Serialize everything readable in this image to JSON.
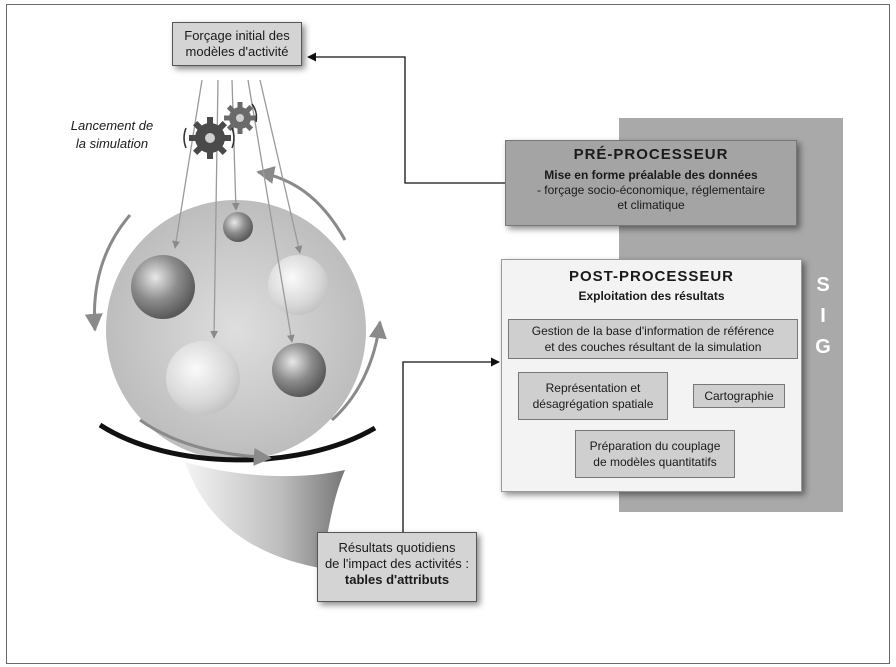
{
  "forcage_box": {
    "line1": "Forçage initial des",
    "line2": "modèles d'activité"
  },
  "launch_label": {
    "line1": "Lancement de",
    "line2": "la simulation"
  },
  "pre_processeur": {
    "title": "PRÉ-PROCESSEUR",
    "subtitle": "Mise en forme préalable des données",
    "line1": "- forçage socio-économique, réglementaire",
    "line2": "et climatique"
  },
  "post_processeur": {
    "title": "POST-PROCESSEUR",
    "subtitle": "Exploitation des résultats",
    "gestion": {
      "line1": "Gestion de la base d'information de référence",
      "line2": "et des couches résultant de la simulation"
    },
    "representation": {
      "line1": "Représentation et",
      "line2": "désagrégation spatiale"
    },
    "cartographie": "Cartographie",
    "preparation": {
      "line1": "Préparation du couplage",
      "line2": "de modèles quantitatifs"
    }
  },
  "sig": {
    "s": "S",
    "i": "I",
    "g": "G"
  },
  "resultats_box": {
    "line1": "Résultats quotidiens",
    "line2": "de l'impact des activités :",
    "line3": "tables d'attributs"
  },
  "colors": {
    "sig_bar": "#a9a9a9",
    "pre_box": "#a4a4a4",
    "post_box": "#f3f3f3",
    "sphere": "#cccccc"
  },
  "icons": [
    "gears-icon"
  ]
}
